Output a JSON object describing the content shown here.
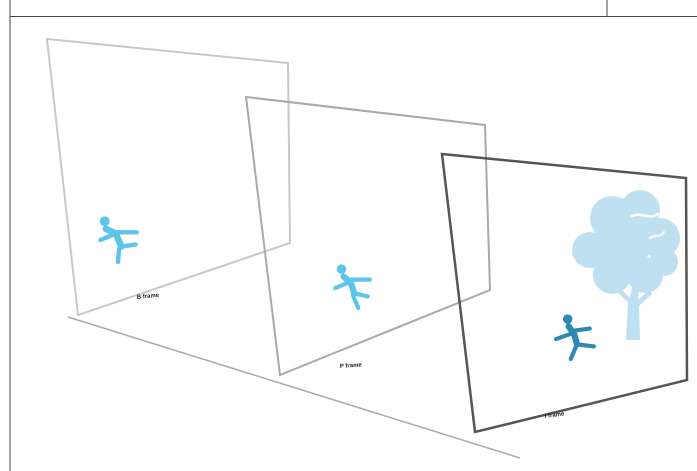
{
  "diagram": {
    "frames": [
      {
        "id": "frame-1",
        "label": "B frame",
        "stroke": "#c8c8c8",
        "figure_color": "#5fc4ea"
      },
      {
        "id": "frame-2",
        "label": "P frame",
        "stroke": "#a9a9a9",
        "figure_color": "#5fc4ea"
      },
      {
        "id": "frame-3",
        "label": "I frame",
        "stroke": "#555555",
        "figure_color": "#2b8ab4"
      }
    ],
    "icons": {
      "figure": "running-person-icon",
      "tree": "tree-icon"
    },
    "colors": {
      "tree_crown": "#bfe0f1",
      "tree_trunk": "#bfe0f1",
      "border": "#444444"
    }
  }
}
